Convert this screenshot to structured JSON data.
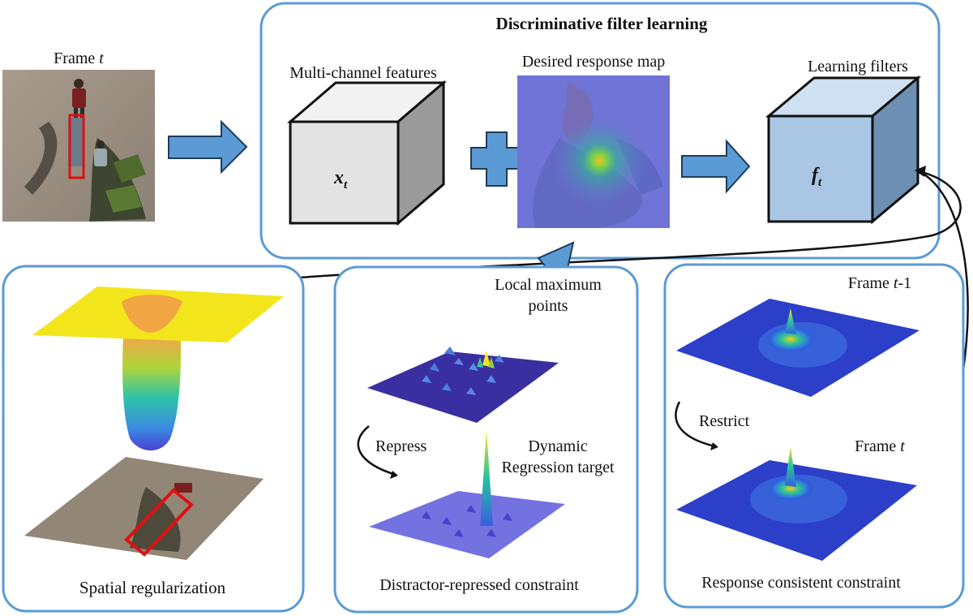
{
  "top": {
    "frame_label": "Frame",
    "frame_var": "t",
    "panel_title": "Discriminative filter learning",
    "multi_channel_label": "Multi-channel features",
    "x_var": "x",
    "x_sub": "t",
    "response_label": "Desired response map",
    "filters_label": "Learning filters",
    "f_var": "f",
    "f_sub": "t"
  },
  "spatial": {
    "caption": "Spatial regularization"
  },
  "distractor": {
    "local_max_1": "Local  maximum",
    "local_max_2": "points",
    "repress": "Repress",
    "dynamic_1": "Dynamic",
    "dynamic_2": "Regression target",
    "caption": "Distractor-repressed constraint"
  },
  "response": {
    "frame_prev_label": "Frame",
    "frame_prev_var": "t",
    "frame_prev_suffix": "-1",
    "restrict": "Restrict",
    "frame_cur_label": "Frame",
    "frame_cur_var": "t",
    "caption": "Response consistent constraint"
  },
  "colors": {
    "panel_border": "#5b9bd5",
    "arrow_fill": "#5b9bd5",
    "cube_gray": "#e3e3e3",
    "cube_blue": "#a9c6e4",
    "surface_yellow": "#f4e51e",
    "surface_blue": "#3b4cc0"
  }
}
